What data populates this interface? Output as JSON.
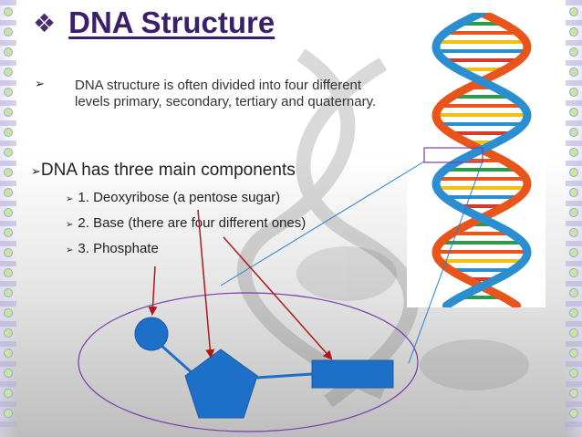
{
  "slide": {
    "title_bullet": "❖",
    "title": "DNA Structure",
    "bullet_1": {
      "marker": "➢",
      "text": "DNA structure is often divided into four different levels primary, secondary, tertiary and quaternary."
    },
    "bullet_2": {
      "marker": "➢",
      "text": "DNA has three main components"
    },
    "sub_bullets": [
      {
        "marker": "➢",
        "text": "1. Deoxyribose (a pentose sugar)"
      },
      {
        "marker": "➢",
        "text": "2. Base (there are four different ones)"
      },
      {
        "marker": "➢",
        "text": "3. Phosphate"
      }
    ]
  },
  "colors": {
    "title": "#3b1f6b",
    "shape_fill": "#1e6fc8",
    "arrow": "#b01818",
    "ellipse": "#7a3ca8",
    "helix_orange": "#e8541a",
    "helix_blue": "#2a8ed0"
  },
  "icons": {
    "title_bullet": "diamond-bullet-icon",
    "list_bullet": "arrowhead-bullet-icon"
  }
}
